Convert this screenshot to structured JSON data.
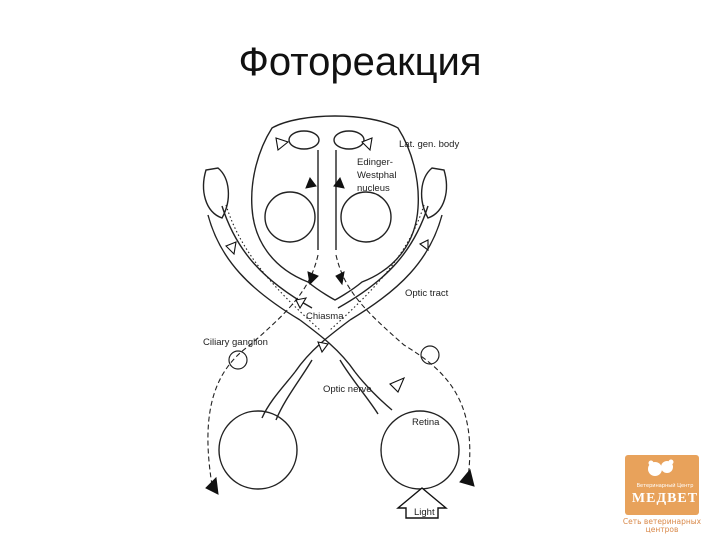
{
  "slide": {
    "title": "Фотореакция"
  },
  "diagram": {
    "labels": {
      "lat_gen_body": "Lat. gen. body",
      "edinger_1": "Edinger-",
      "edinger_2": "Westphal",
      "edinger_3": "nucleus",
      "optic_tract": "Optic tract",
      "chiasma": "Chiasma",
      "ciliary_ganglion": "Ciliary ganglion",
      "optic_nerve": "Optic nerve",
      "retina": "Retina",
      "light": "Light"
    }
  },
  "logo": {
    "small_text": "Ветеринарный Центр",
    "name": "МЕДВЕТ",
    "tagline_1": "Сеть ветеринарных",
    "tagline_2": "центров"
  },
  "colors": {
    "logo_accent": "#e8a25b",
    "line": "#222222"
  }
}
